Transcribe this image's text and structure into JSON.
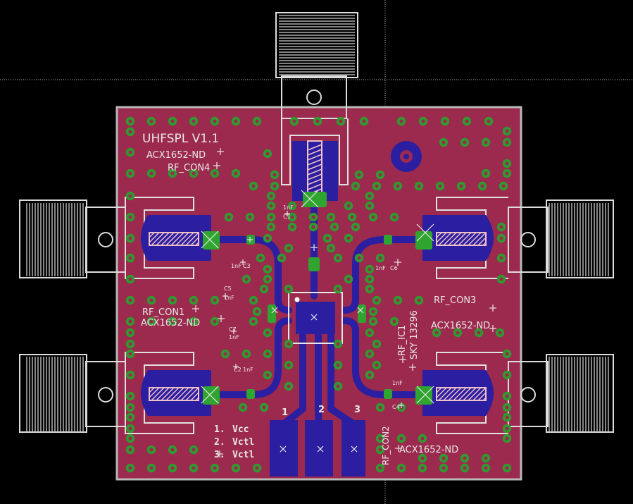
{
  "board": {
    "title": "UHFSPL V1.1",
    "colors": {
      "background": "#000000",
      "board_copper": "#9c2a4e",
      "bottom_copper": "#2b1ea0",
      "via": "#2f9a2f",
      "pad": "#2fa42f",
      "silkscreen": "#e8e8e8",
      "outline": "#b8b8b8"
    }
  },
  "labels": {
    "con4_part": "ACX1652-ND",
    "con4_name": "RF_CON4",
    "con1_name": "RF_CON1",
    "con1_part": "ACX1652-ND",
    "con3_name": "RF_CON3",
    "con3_part": "ACX1652-ND",
    "con2_name": "RF_CON2",
    "con2_part": "ACX1652-ND",
    "ic_name": "RF_IC1",
    "ic_part": "SKY 13296",
    "c1": "C1",
    "c1_val": "1nF",
    "c3": "C3",
    "c3_val": "1nF",
    "c5": "C5",
    "c5_val": "1nF",
    "c6": "C6",
    "c6_val": "1nF",
    "c7": "C7",
    "c7_val": "1nF",
    "c2": "C2",
    "c2_val": "1nF",
    "c4": "C4",
    "c4_val": "1nF",
    "pin_1": "1",
    "pin_2": "2",
    "pin_3": "3"
  },
  "pin_legend": [
    {
      "num": "1.",
      "name": "Vcc"
    },
    {
      "num": "2.",
      "name": "Vctl"
    },
    {
      "num": "3.",
      "name": "Vctl"
    }
  ],
  "legend_colors": {
    "marker": "#e8e8e8"
  }
}
